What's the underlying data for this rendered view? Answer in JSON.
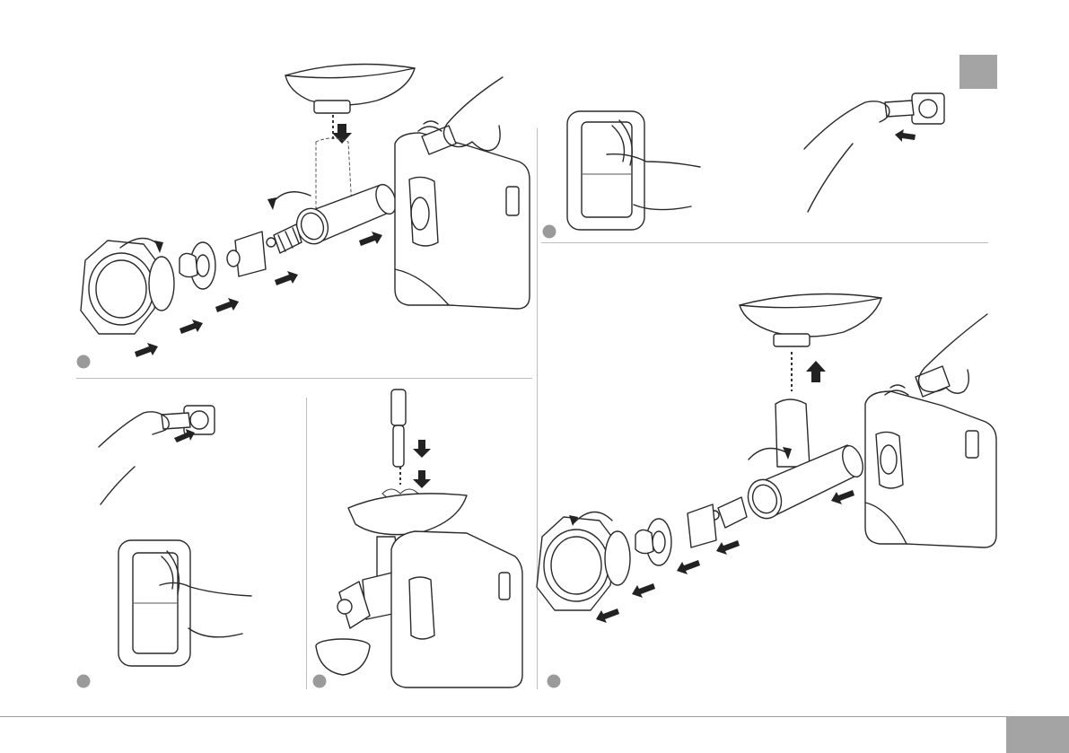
{
  "document": {
    "type": "instruction-manual-illustration-page",
    "step_markers": [
      "step-1",
      "step-2",
      "step-3",
      "step-4",
      "step-5"
    ],
    "colors": {
      "line_art": "#2a2a2a",
      "divider": "#bdbdbd",
      "marker_gray": "#9a9a9a",
      "tab_gray": "#a4a4a4"
    }
  },
  "icons": [
    "meat-grinder-icon",
    "hand-icon",
    "power-plug-icon",
    "wall-socket-icon",
    "power-switch-icon",
    "pusher-icon",
    "ring-nut-icon",
    "cutting-plate-icon",
    "knife-icon",
    "auger-icon",
    "grinder-head-icon",
    "food-tray-icon",
    "bowl-icon",
    "arrow-icon"
  ]
}
